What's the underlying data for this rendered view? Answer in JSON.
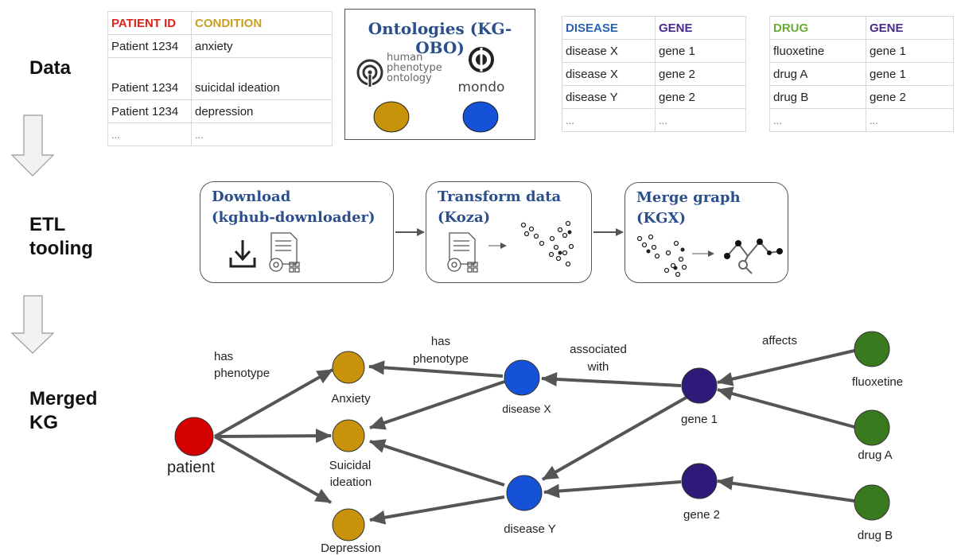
{
  "sections": {
    "data": "Data",
    "etl": [
      "ETL",
      "tooling"
    ],
    "kg": [
      "Merged",
      "KG"
    ]
  },
  "patient_table": {
    "headers": [
      "PATIENT ID",
      "CONDITION"
    ],
    "header_colors": [
      "#e0221a",
      "#c7a020"
    ],
    "rows": [
      [
        "Patient 1234",
        "anxiety"
      ],
      [
        "Patient 1234",
        "suicidal ideation"
      ],
      [
        "Patient 1234",
        "depression"
      ],
      [
        "...",
        "..."
      ]
    ]
  },
  "ontologies": {
    "title": "Ontologies (KG-OBO)",
    "hpo_text": [
      "human",
      "phenotype",
      "ontology"
    ],
    "mondo_text": "mondo",
    "colors": [
      "#c8930a",
      "#1652d8"
    ]
  },
  "disease_gene_table": {
    "headers": [
      "DISEASE",
      "GENE"
    ],
    "header_colors": [
      "#2a62b0",
      "#4a2a8c"
    ],
    "rows": [
      [
        "disease X",
        "gene 1"
      ],
      [
        "disease X",
        "gene 2"
      ],
      [
        "disease Y",
        "gene 2"
      ],
      [
        "...",
        "..."
      ]
    ]
  },
  "drug_gene_table": {
    "headers": [
      "DRUG",
      "GENE"
    ],
    "header_colors": [
      "#6aaa3a",
      "#4a2a8c"
    ],
    "rows": [
      [
        "fluoxetine",
        "gene 1"
      ],
      [
        "drug A",
        "gene 1"
      ],
      [
        "drug B",
        "gene 2"
      ],
      [
        "...",
        "..."
      ]
    ]
  },
  "etl_steps": [
    {
      "title": [
        "Download",
        "(kghub-downloader)"
      ]
    },
    {
      "title": [
        "Transform data",
        "(Koza)"
      ]
    },
    {
      "title": [
        "Merge graph",
        "(KGX)"
      ]
    }
  ],
  "kg": {
    "nodes": {
      "patient": "patient",
      "anxiety": "Anxiety",
      "suicidal": [
        "Suicidal",
        "ideation"
      ],
      "depression": "Depression",
      "disease_x": "disease X",
      "disease_y": "disease Y",
      "gene1": "gene 1",
      "gene2": "gene 2",
      "fluoxetine": "fluoxetine",
      "drug_a": "drug A",
      "drug_b": "drug B"
    },
    "edge_labels": {
      "has_phenotype_1": [
        "has",
        "phenotype"
      ],
      "has_phenotype_2": [
        "has",
        "phenotype"
      ],
      "associated_with": [
        "associated",
        "with"
      ],
      "affects": "affects"
    },
    "colors": {
      "patient": "#d40000",
      "phenotype": "#c8930a",
      "disease": "#1652d8",
      "gene": "#2e1a78",
      "drug": "#3a7a1e"
    }
  }
}
